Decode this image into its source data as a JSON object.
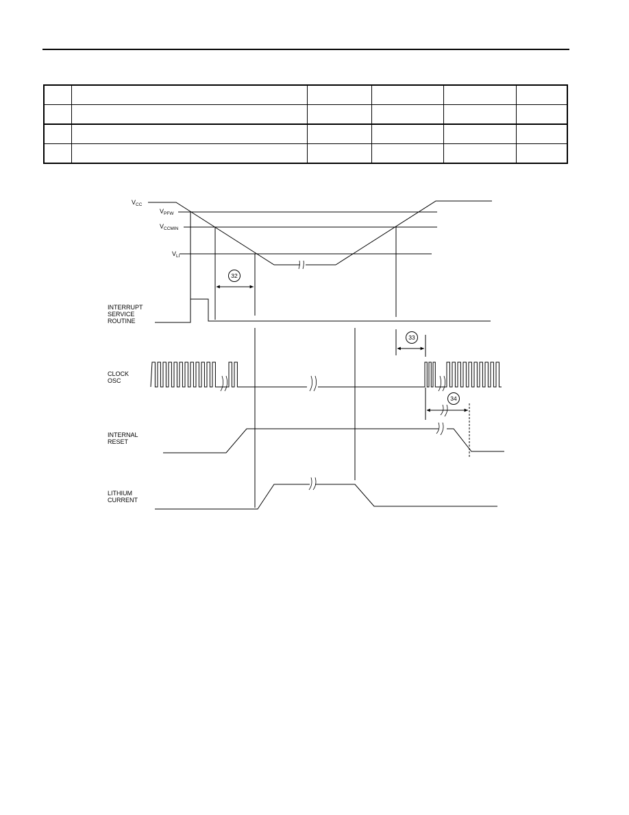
{
  "levels": [
    {
      "id": "vcc",
      "main": "V",
      "sub": "CC"
    },
    {
      "id": "vpfw",
      "main": "V",
      "sub": "PFW"
    },
    {
      "id": "vccmin",
      "main": "V",
      "sub": "CCMIN"
    },
    {
      "id": "vli",
      "main": "V",
      "sub": "LI"
    }
  ],
  "signals": {
    "isr": [
      "INTERRUPT",
      "SERVICE",
      "ROUTINE"
    ],
    "clock": [
      "CLOCK",
      "OSC"
    ],
    "reset": [
      "INTERNAL",
      "RESET"
    ],
    "lithium": [
      "LITHIUM",
      "CURRENT"
    ]
  },
  "timing_params": [
    "32",
    "33",
    "34"
  ]
}
